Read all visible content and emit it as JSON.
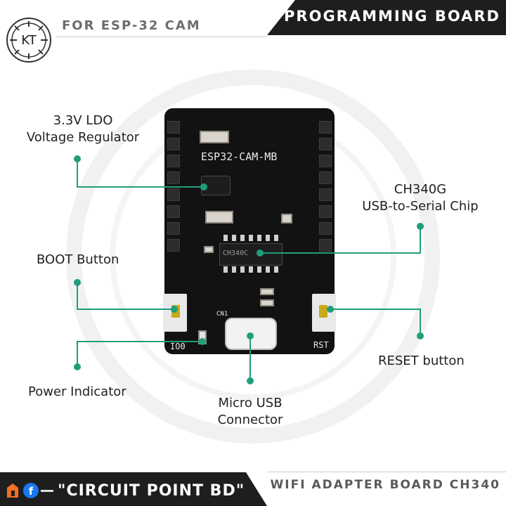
{
  "header": {
    "title": "PROGRAMMING BOARD",
    "subtitle": "FOR ESP-32 CAM",
    "logo_text": "KT"
  },
  "board": {
    "model_label": "ESP32-CAM-MB",
    "cn1_label": "CN1",
    "io0_label": "IO0",
    "rst_label": "RST",
    "chip_marking": "CH340C"
  },
  "callouts": [
    {
      "id": "ldo",
      "lines": [
        "3.3V LDO",
        "Voltage Regulator"
      ]
    },
    {
      "id": "ch340",
      "lines": [
        "CH340G",
        "USB-to-Serial Chip"
      ]
    },
    {
      "id": "boot",
      "lines": [
        "BOOT Button"
      ]
    },
    {
      "id": "reset",
      "lines": [
        "RESET button"
      ]
    },
    {
      "id": "power",
      "lines": [
        "Power Indicator"
      ]
    },
    {
      "id": "usb",
      "lines": [
        "Micro USB",
        "Connector"
      ]
    }
  ],
  "footer": {
    "brand": "\"CIRCUIT POINT BD\"",
    "tagline": "WIFI ADAPTER BOARD CH340"
  },
  "colors": {
    "accent": "#1f9e7c",
    "dark": "#1e1e1e",
    "board": "#121212"
  },
  "icons": [
    "daraz-icon",
    "facebook-icon"
  ]
}
